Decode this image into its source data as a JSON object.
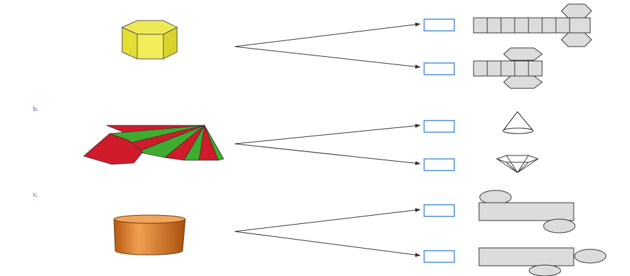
{
  "rows": [
    {
      "label": "",
      "solid": "hexagonal-prism",
      "solid_color": "#e8e23a",
      "options": [
        "prism-net-hexagons-at-end",
        "prism-net-hexagons-in-middle"
      ]
    },
    {
      "label": "b.",
      "solid": "pyramid-net",
      "solid_color": "#d01b2a",
      "solid_color_alt": "#3eac2f",
      "options": [
        "cone-wireframe",
        "pyramid-wireframe"
      ]
    },
    {
      "label": "c.",
      "solid": "cylinder",
      "solid_color": "#e07c22",
      "options": [
        "cylinder-net-circles-opposite",
        "cylinder-net-circles-right"
      ]
    }
  ],
  "colors": {
    "checkbox_border": "#4a8ed8",
    "arrow": "#333333",
    "net_fill": "#dcdcdc",
    "net_stroke": "#333333",
    "label": "#6b8fd6"
  }
}
